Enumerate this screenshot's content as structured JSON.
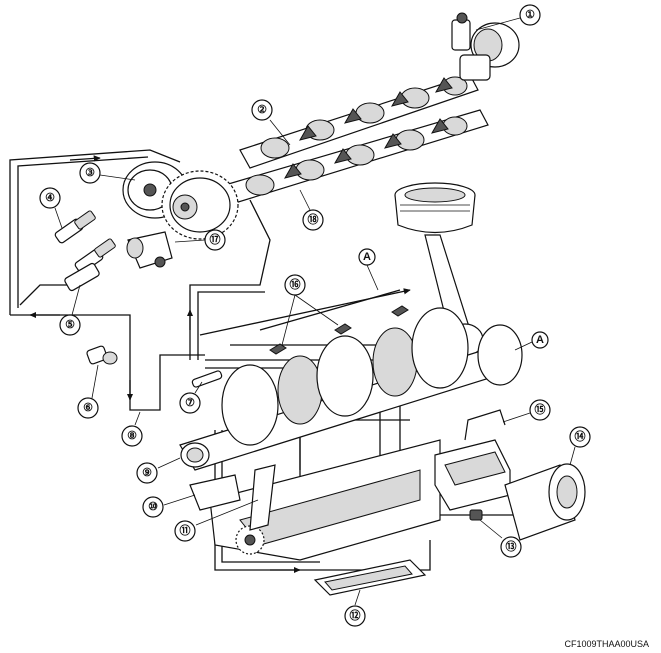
{
  "callouts": [
    {
      "id": "c1",
      "label": "①"
    },
    {
      "id": "c2",
      "label": "②"
    },
    {
      "id": "c3",
      "label": "③"
    },
    {
      "id": "c4",
      "label": "④"
    },
    {
      "id": "c5",
      "label": "⑤"
    },
    {
      "id": "c6",
      "label": "⑥"
    },
    {
      "id": "c7",
      "label": "⑦"
    },
    {
      "id": "c8",
      "label": "⑧"
    },
    {
      "id": "c9",
      "label": "⑨"
    },
    {
      "id": "c10",
      "label": "⑩"
    },
    {
      "id": "c11",
      "label": "⑪"
    },
    {
      "id": "c12",
      "label": "⑫"
    },
    {
      "id": "c13",
      "label": "⑬"
    },
    {
      "id": "c14",
      "label": "⑭"
    },
    {
      "id": "c15",
      "label": "⑮"
    },
    {
      "id": "c16",
      "label": "⑯"
    },
    {
      "id": "c17",
      "label": "⑰"
    },
    {
      "id": "c18",
      "label": "⑱"
    }
  ],
  "reference_letters": {
    "a_upper": "A",
    "a_right": "A"
  },
  "figure_code": "CF1009THAA00USA"
}
